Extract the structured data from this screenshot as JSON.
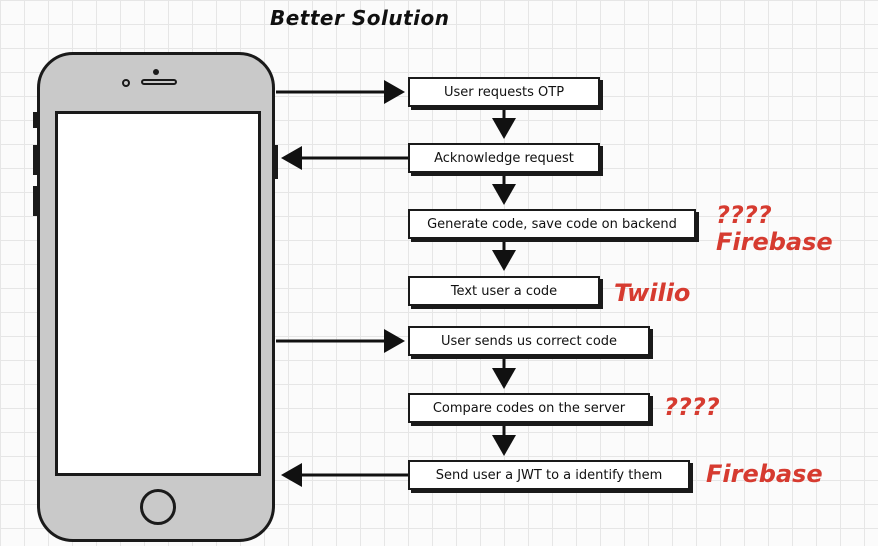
{
  "diagram": {
    "title": "Better Solution",
    "steps": [
      {
        "label": "User requests OTP"
      },
      {
        "label": "Acknowledge request"
      },
      {
        "label": "Generate code, save code on backend"
      },
      {
        "label": "Text user a code"
      },
      {
        "label": "User sends us correct code"
      },
      {
        "label": "Compare codes on the server"
      },
      {
        "label": "Send user a JWT to a identify them"
      }
    ],
    "notes": {
      "generate_q": "????",
      "generate_service": "Firebase",
      "text_service": "Twilio",
      "compare_q": "????",
      "jwt_service": "Firebase"
    },
    "note_color": "#d63b30"
  }
}
